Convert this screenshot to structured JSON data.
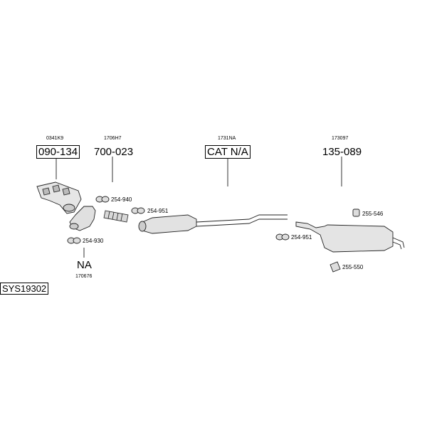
{
  "system_code": "SYS19302",
  "components": [
    {
      "ref": "0341K9",
      "code": "090-134",
      "boxed": true
    },
    {
      "ref": "1706H7",
      "code": "700-023",
      "boxed": false
    },
    {
      "ref": "1731NA",
      "code": "CAT N/A",
      "boxed": true
    },
    {
      "ref": "173097",
      "code": "135-089",
      "boxed": false
    },
    {
      "ref": "170676",
      "code": "NA",
      "boxed": false
    }
  ],
  "fittings": [
    "254-940",
    "254-951",
    "254-930",
    "254-951",
    "255-546",
    "255-550"
  ]
}
